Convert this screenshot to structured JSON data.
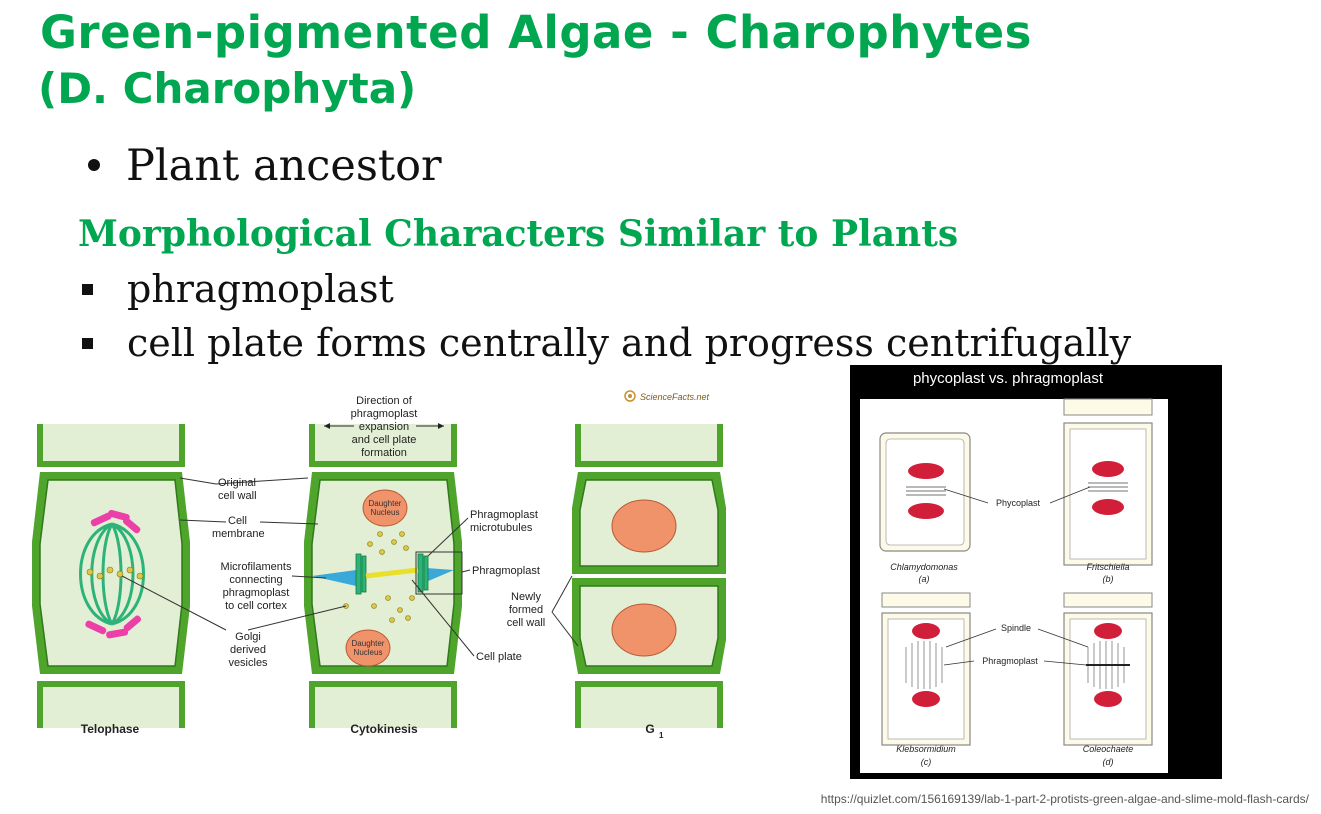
{
  "slide": {
    "title": "Green-pigmented Algae - Charophytes",
    "subtitle": "(D. Charophyta)",
    "bullet": "Plant ancestor",
    "section_heading": "Morphological Characters Similar to Plants",
    "items": [
      "phragmoplast",
      "cell plate forms centrally and progress centrifugally"
    ],
    "source_url": "https://quizlet.com/156169139/lab-1-part-2-protists-green-algae-and-slime-mold-flash-cards/"
  },
  "left_figure": {
    "logo_text": "ScienceFacts.net",
    "direction_label": [
      "Direction of",
      "phragmoplast",
      "expansion",
      "and cell plate",
      "formation"
    ],
    "labels": {
      "original_wall": [
        "Original",
        "cell wall"
      ],
      "cell_membrane": [
        "Cell",
        "membrane"
      ],
      "microfilaments": [
        "Microfilaments",
        "connecting",
        "phragmoplast",
        "to cell cortex"
      ],
      "golgi": [
        "Golgi",
        "derived",
        "vesicles"
      ],
      "daughter_nucleus": [
        "Daughter",
        "Nucleus"
      ],
      "phragmoplast_microtubules": [
        "Phragmoplast",
        "microtubules"
      ],
      "phragmoplast": "Phragmoplast",
      "newly_formed": [
        "Newly",
        "formed",
        "cell wall"
      ],
      "cell_plate": "Cell plate"
    },
    "stages": [
      "Telophase",
      "Cytokinesis",
      "G"
    ],
    "g_subscript": "1"
  },
  "right_figure": {
    "title": "phycoplast vs. phragmoplast",
    "labels": {
      "phycoplast": "Phycoplast",
      "spindle": "Spindle",
      "phragmoplast": "Phragmoplast"
    },
    "panels": [
      {
        "name": "Chlamydomonas",
        "letter": "(a)"
      },
      {
        "name": "Fritschiella",
        "letter": "(b)"
      },
      {
        "name": "Klebsormidium",
        "letter": "(c)"
      },
      {
        "name": "Coleochaete",
        "letter": "(d)"
      }
    ]
  },
  "colors": {
    "green_text": "#00a650",
    "cell_wall_green": "#4fa52b",
    "cytoplasm": "#e3efd4",
    "nucleus": "#f0926a",
    "chromosome": "#ec3fa8",
    "spindle": "#2db37a",
    "red_chromatin": "#d11f3a"
  }
}
